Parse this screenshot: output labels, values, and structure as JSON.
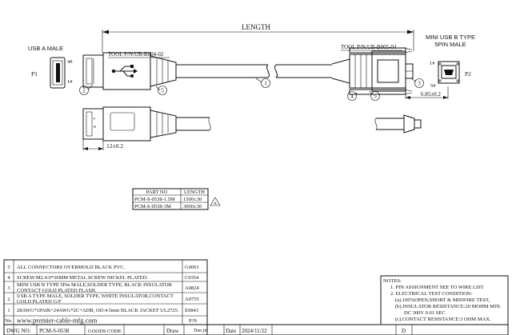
{
  "dimensions": {
    "length": "LENGTH",
    "usb_a_pitch": "12±0.2",
    "mini_b_width": "6.85±0.2"
  },
  "connectors": {
    "usb_a": {
      "title": "USB A MALE",
      "pin_start": "4#",
      "pin_end": "1#",
      "port": "P1"
    },
    "mini_b": {
      "title_line1": "MINI USB B TYPE",
      "title_line2": "5PIN MALE",
      "pin_start": "1#",
      "pin_end": "5#",
      "port": "P2"
    }
  },
  "tools": {
    "left": "TOOL P/N:UB-B004-02",
    "right": "TOOL P/N:UB-B005-04"
  },
  "balloons": [
    "1",
    "2",
    "3",
    "4",
    "5"
  ],
  "part_table": {
    "headers": [
      "PART NO",
      "LENGTH"
    ],
    "rows": [
      [
        "PCM-S-0538-1.5M",
        "1500±30"
      ],
      [
        "PCM-S-0538-3M",
        "3000±30"
      ]
    ],
    "revision_mark": "A"
  },
  "bom": [
    {
      "no": "5",
      "desc": [
        "ALL CONNECTORS OVERMOLD BLACK PVC."
      ],
      "code": "G0001"
    },
    {
      "no": "4",
      "desc": [
        "SCREW:M2.4.0*36MM METAL SCREW NICKEL PLATED."
      ],
      "code": "C0354"
    },
    {
      "no": "3",
      "desc": [
        "MINI USB B TYPE 5Pin MALE,SOLDER TYPE, BLACK INSULATOR",
        "CONTACT GOLD PLATED FLASH."
      ],
      "code": "A0824"
    },
    {
      "no": "2",
      "desc": [
        "USB A TYPE MALE, SOLDER TYPE, WHITE INSULATOR,CONTACT",
        "GOLD PLATED G/F"
      ],
      "code": "A0755"
    },
    {
      "no": "1",
      "desc": [
        "28AWG*1PAIR+24AWG*2C+ADB, OD:4.5mm BLACK JACKET UL2725."
      ],
      "code": "E0843"
    }
  ],
  "bom_footer": {
    "no_label": "No.",
    "website": "www.premier-cable-mfg.com",
    "pn_label": "P/N"
  },
  "title_block": {
    "dwg_no_label": "DWG NO:",
    "dwg_no": "PCM-S-0538",
    "goods_code_label": "GOODS CODE",
    "draw_label": "Draw",
    "signature": "Tom jin",
    "date_label": "Date",
    "date": "2024/11/22",
    "rev": "D"
  },
  "notes": {
    "heading": "NOTES:",
    "lines": [
      "1. PIN ASSIGNMENT SEE TO WIRE LIST",
      "2. ELECTRICAL TEST CONDITION:",
      "(a).100%OPEN,SHORT & MISWIRE TEST,",
      "(b).INSULATOR RESISTANCE:20 MOHM MIN.",
      "DC 300V 0.01 SEC",
      "(c).CONTACT RESISTANCE:3 OHM MAX."
    ]
  }
}
